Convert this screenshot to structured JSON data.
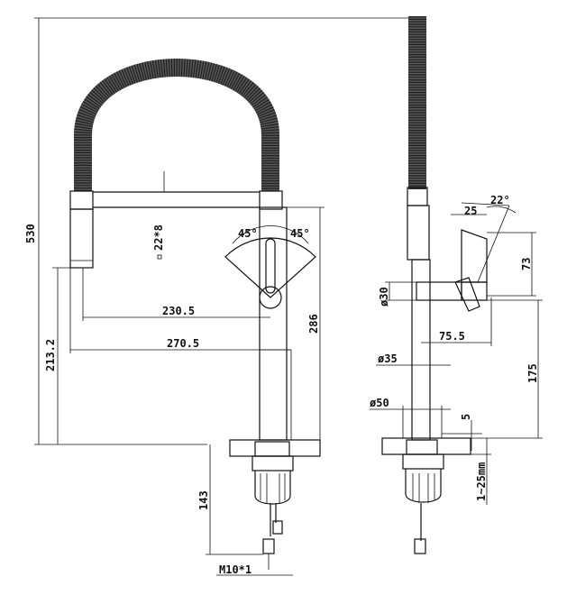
{
  "dimensions": {
    "total_height": "530",
    "spout_height": "213.2",
    "body_height": "286",
    "hose_reach": "230.5",
    "spout_reach": "270.5",
    "spray_head_dia": "22*8",
    "handle_angle_left": "45°",
    "handle_angle_right": "45°",
    "below_counter": "143",
    "thread": "M10*1",
    "side_handle_angle": "22°",
    "side_handle_width": "25",
    "side_handle_height": "73",
    "side_handle_dia": "ø30",
    "side_handle_reach": "75.5",
    "side_body_dia": "ø35",
    "side_handle_from_base": "175",
    "base_dia": "ø50",
    "base_height": "5",
    "counter_thickness": "1~25mm"
  },
  "colors": {
    "line": "#111111",
    "hose": "#555555",
    "background": "#ffffff"
  }
}
